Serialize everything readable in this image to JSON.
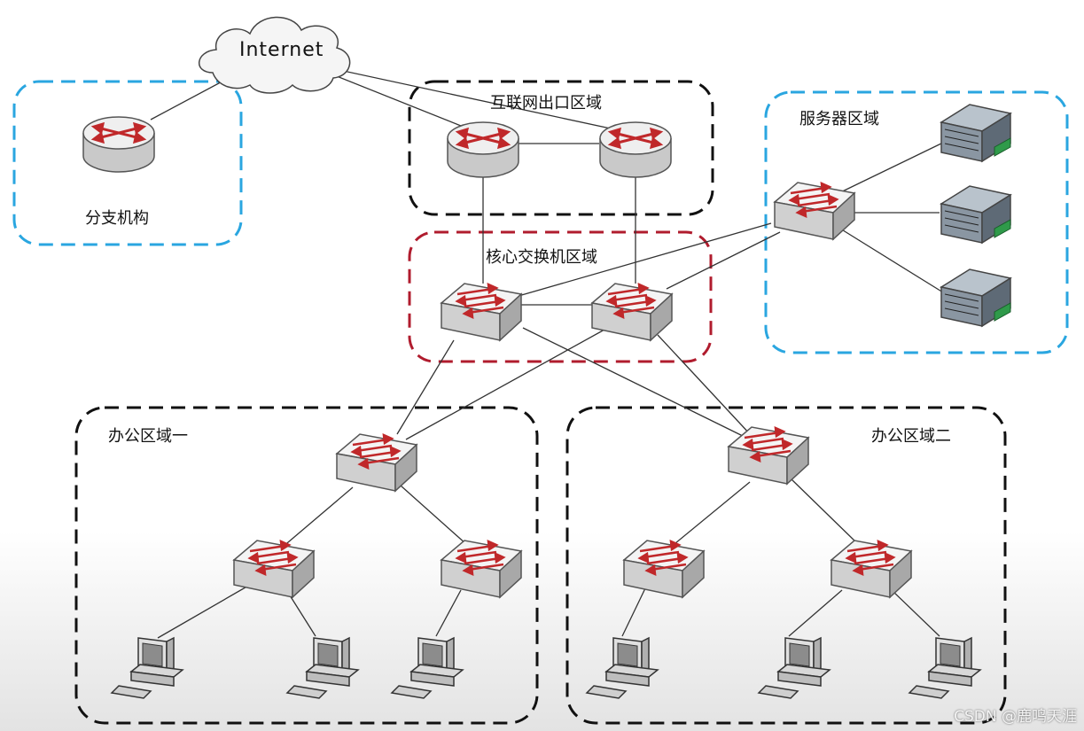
{
  "diagram": {
    "internet_label": "Internet",
    "zones": {
      "branch": "分支机构",
      "internet_exit": "互联网出口区域",
      "server": "服务器区域",
      "core": "核心交换机区域",
      "office1": "办公区域一",
      "office2": "办公区域二"
    },
    "zone_colors": {
      "branch": "#2aa6e0",
      "internet_exit": "#111111",
      "server": "#2aa6e0",
      "core": "#b01c2e",
      "office": "#111111"
    },
    "device_icons": [
      "router-icon",
      "switch-icon",
      "server-icon",
      "pc-icon"
    ]
  },
  "watermark": "CSDN @鹿鸣天涯"
}
